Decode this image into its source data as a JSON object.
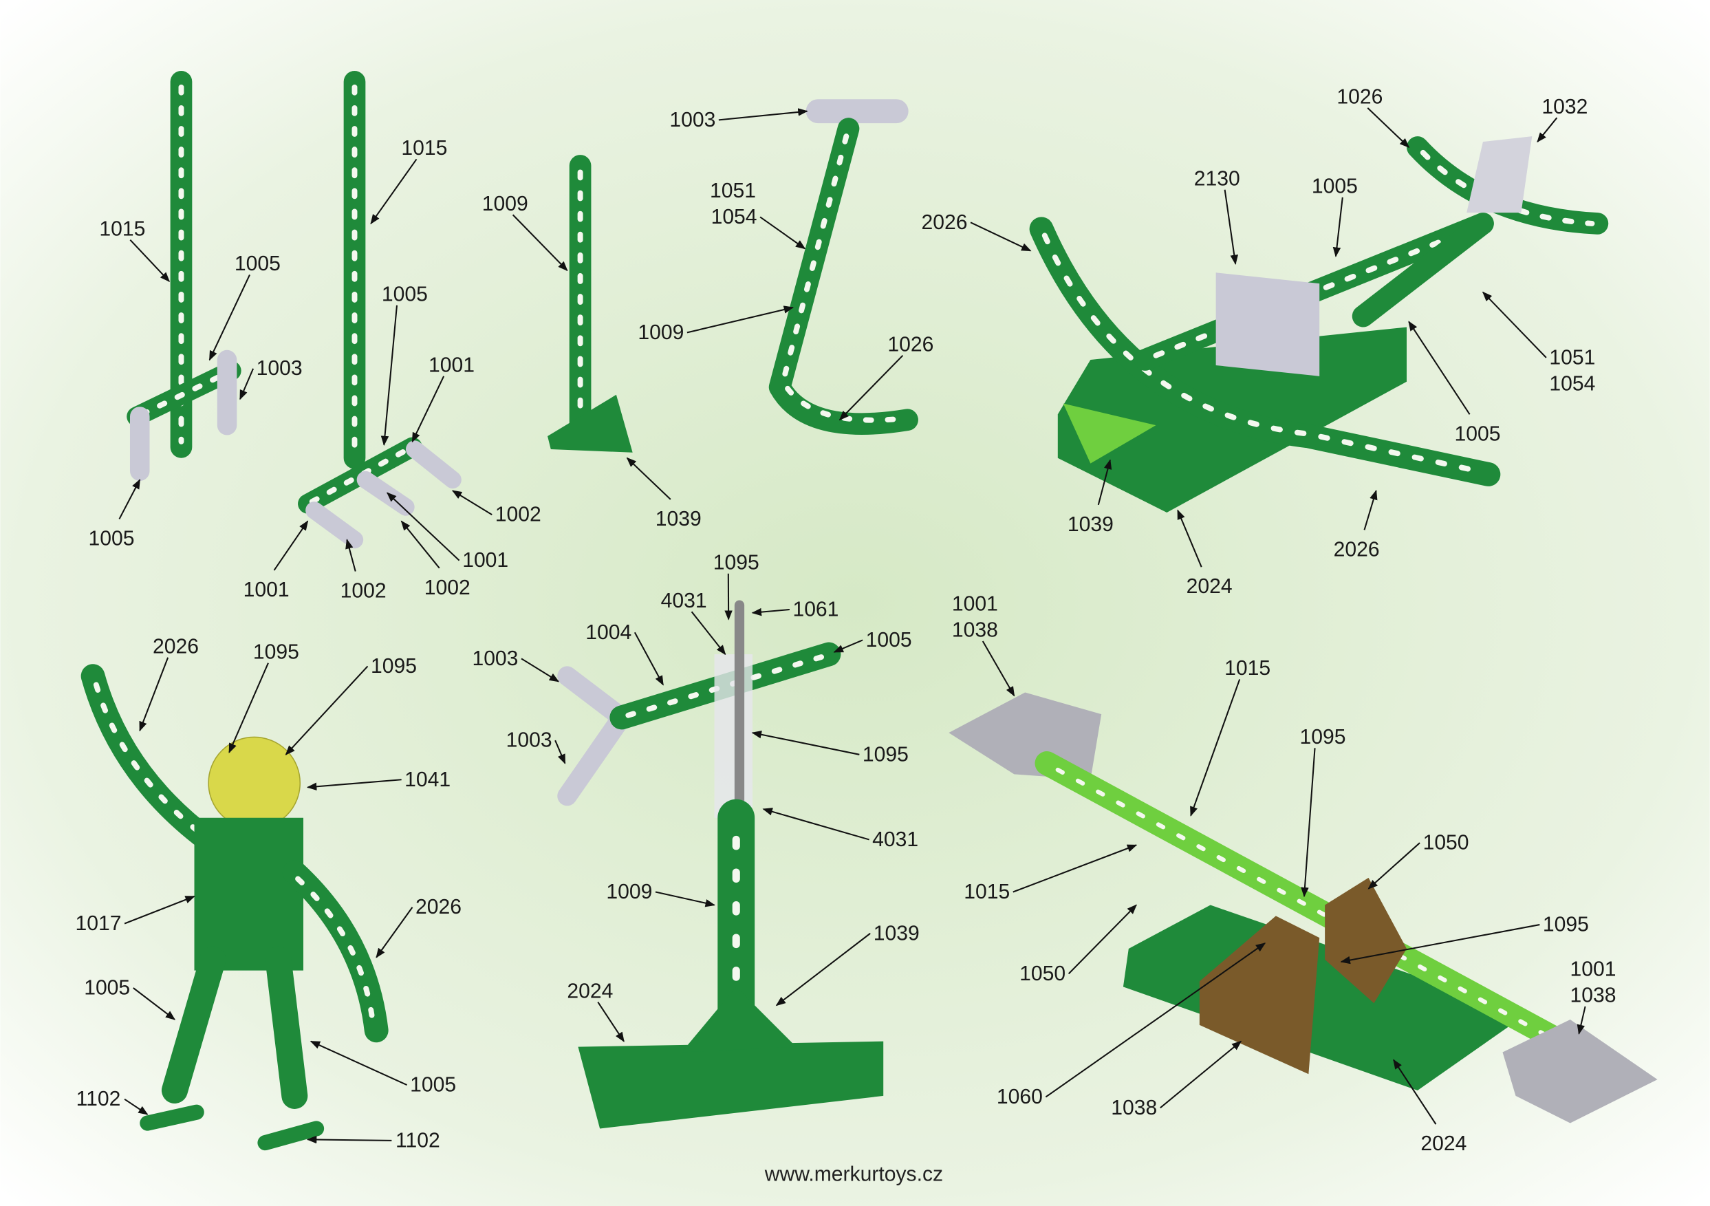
{
  "labels": [
    "1015",
    "1005",
    "1003",
    "1005",
    "1015",
    "1005",
    "1001",
    "1002",
    "1001",
    "1002",
    "1002",
    "1001",
    "1009",
    "1039",
    "1003",
    "1051",
    "1054",
    "1009",
    "1026",
    "1026",
    "1032",
    "2130",
    "1005",
    "2026",
    "1051",
    "1054",
    "1005",
    "1039",
    "2026",
    "2024",
    "2026",
    "1095",
    "1095",
    "1041",
    "2026",
    "1017",
    "1005",
    "1005",
    "1102",
    "1102",
    "1095",
    "4031",
    "1061",
    "1004",
    "1005",
    "1003",
    "1003",
    "1095",
    "4031",
    "1009",
    "1039",
    "2024",
    "1001",
    "1038",
    "1015",
    "1095",
    "1050",
    "1015",
    "1095",
    "1050",
    "1001",
    "1038",
    "1060",
    "1038",
    "2024"
  ],
  "footer": "www.merkurtoys.cz",
  "colors": {
    "part_green": "#1f8a3a",
    "light_green": "#6fcf3f",
    "silver": "#c9c9d6",
    "brown": "#7a5a2a",
    "yellow": "#d9d84a"
  }
}
